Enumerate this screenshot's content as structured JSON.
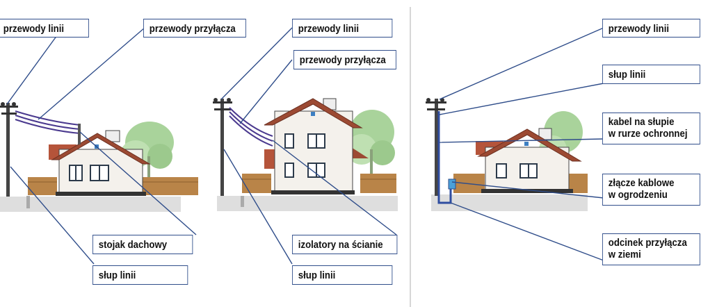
{
  "panel_left_house1": {
    "label_przewody_linii": "przewody linii",
    "label_przewody_przylacza": "przewody przyłącza",
    "label_stojak": "stojak dachowy",
    "label_slup": "słup linii"
  },
  "panel_left_house2": {
    "label_przewody_linii": "przewody linii",
    "label_przewody_przylacza": "przewody przyłącza",
    "label_izolatory": "izolatory na ścianie",
    "label_slup": "słup linii"
  },
  "panel_right": {
    "label_przewody_linii": "przewody linii",
    "label_slup": "słup linii",
    "label_kabel_line1": "kabel na słupie",
    "label_kabel_line2": "w rurze ochronnej",
    "label_zlacze_line1": "złącze kablowe",
    "label_zlacze_line2": "w ogrodzeniu",
    "label_odcinek_line1": "odcinek przyłącza",
    "label_odcinek_line2": "w ziemi"
  },
  "colors": {
    "line_blue": "#2f4d8a",
    "cable_violet": "#4b3a8f",
    "roof": "#9a4a35",
    "fence": "#b07a45",
    "tree": "#a8cf9a",
    "ground": "#d8d8d8"
  },
  "icons": [
    "utility-pole-icon",
    "house-icon",
    "tree-icon",
    "fence-icon"
  ]
}
